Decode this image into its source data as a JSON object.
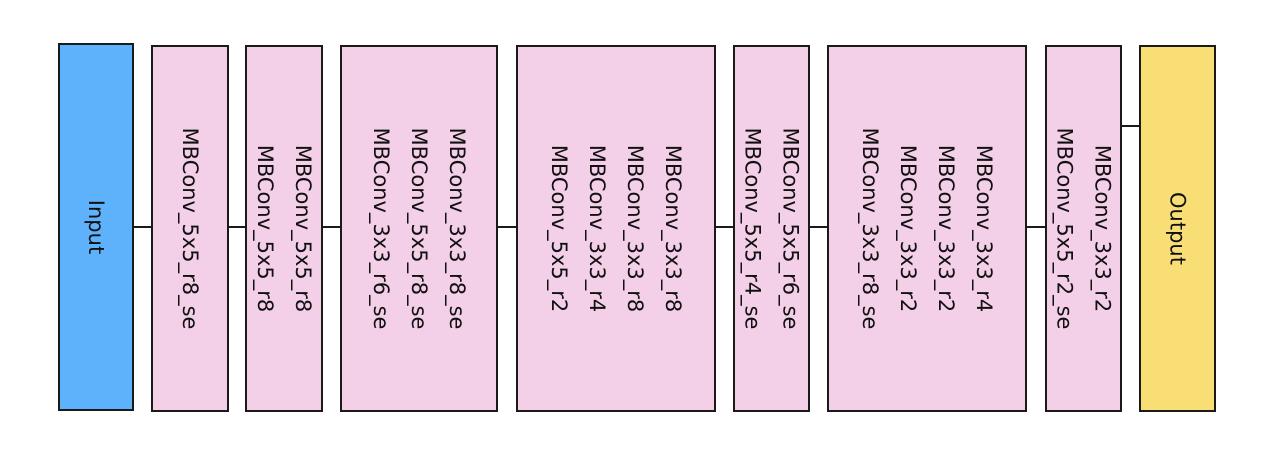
{
  "diagram": {
    "colors": {
      "input": "#5EB1FB",
      "block": "#F4CFE8",
      "output": "#F9DE75",
      "stroke": "#1a1a1a"
    },
    "nodes": [
      {
        "id": "input",
        "kind": "input",
        "lines": [
          "Input"
        ]
      },
      {
        "id": "stage-1",
        "kind": "block",
        "lines": [
          "MBConv_5x5_r8_se"
        ]
      },
      {
        "id": "stage-2",
        "kind": "block",
        "lines": [
          "MBConv_5x5_r8",
          "MBConv_5x5_r8"
        ]
      },
      {
        "id": "stage-3",
        "kind": "block",
        "lines": [
          "MBConv_3x3_r8_se",
          "MBConv_5x5_r8_se",
          "MBConv_3x3_r6_se"
        ]
      },
      {
        "id": "stage-4",
        "kind": "block",
        "lines": [
          "MBConv_3x3_r8",
          "MBConv_3x3_r8",
          "MBConv_3x3_r4",
          "MBConv_5x5_r2"
        ]
      },
      {
        "id": "stage-5",
        "kind": "block",
        "lines": [
          "MBConv_5x5_r6_se",
          "MBConv_5x5_r4_se"
        ]
      },
      {
        "id": "stage-6",
        "kind": "block",
        "lines": [
          "MBConv_3x3_r4",
          "MBConv_3x3_r2",
          "MBConv_3x3_r2",
          "MBConv_3x3_r8_se"
        ]
      },
      {
        "id": "stage-7",
        "kind": "block",
        "lines": [
          "MBConv_3x3_r2",
          "MBConv_5x5_r2_se"
        ]
      },
      {
        "id": "output",
        "kind": "output",
        "lines": [
          "Output"
        ]
      }
    ]
  }
}
